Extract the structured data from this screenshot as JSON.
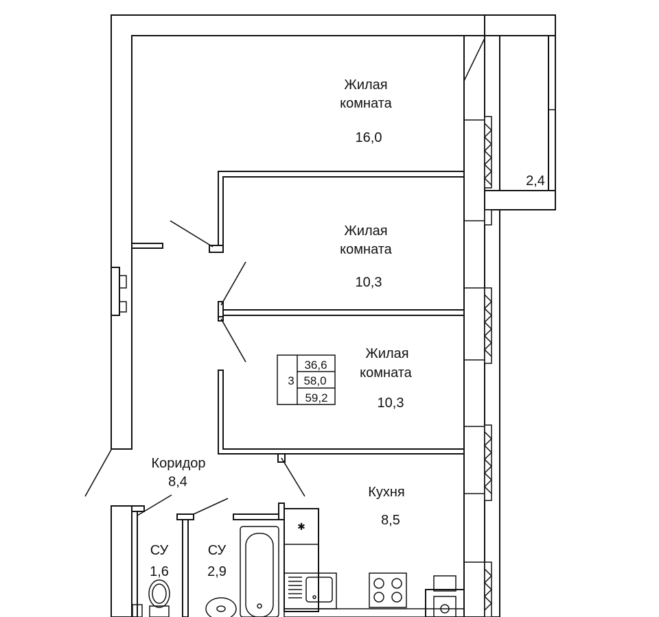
{
  "rooms": [
    {
      "id": "living1",
      "name_l1": "Жилая",
      "name_l2": "комната",
      "area": "16,0"
    },
    {
      "id": "living2",
      "name_l1": "Жилая",
      "name_l2": "комната",
      "area": "10,3"
    },
    {
      "id": "living3",
      "name_l1": "Жилая",
      "name_l2": "комната",
      "area": "10,3"
    },
    {
      "id": "corridor",
      "name": "Коридор",
      "area": "8,4"
    },
    {
      "id": "kitchen",
      "name": "Кухня",
      "area": "8,5"
    },
    {
      "id": "bath1",
      "name": "СУ",
      "area": "1,6"
    },
    {
      "id": "bath2",
      "name": "СУ",
      "area": "2,9"
    },
    {
      "id": "balcony",
      "area": "2,4"
    }
  ],
  "summary": {
    "rooms_count": "3",
    "living_area": "36,6",
    "total_area": "58,0",
    "total_area_with_balcony": "59,2"
  }
}
